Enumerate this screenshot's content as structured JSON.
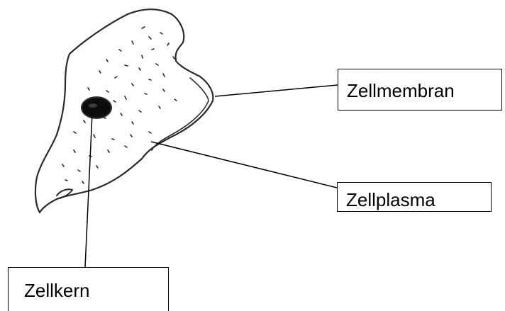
{
  "diagram": {
    "labels": {
      "membrane": "Zellmembran",
      "plasma": "Zellplasma",
      "nucleus": "Zellkern"
    },
    "colors": {
      "ink": "#000000",
      "sketch": "#2b2b2b",
      "nucleus_fill": "#0d0d0d",
      "background": "#ffffff"
    }
  }
}
